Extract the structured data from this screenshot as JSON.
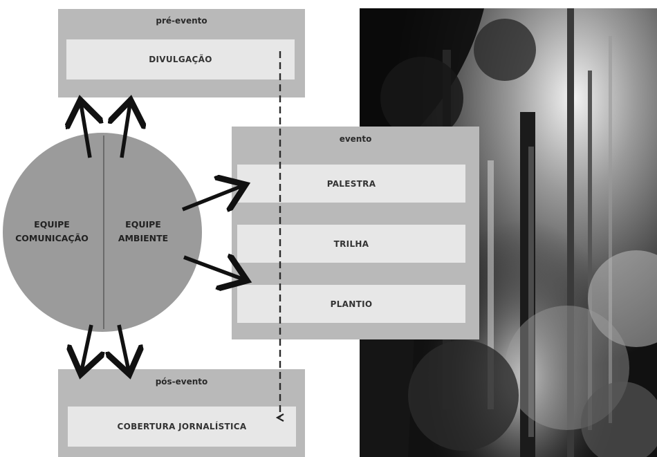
{
  "pre_event": {
    "title": "pré-evento",
    "box": "DIVULGAÇÃO"
  },
  "event": {
    "title": "evento",
    "boxes": [
      "PALESTRA",
      "TRILHA",
      "PLANTIO"
    ]
  },
  "post_event": {
    "title": "pós-evento",
    "box": "COBERTURA JORNALÍSTICA"
  },
  "circle": {
    "left_line1": "EQUIPE",
    "left_line2": "COMUNICAÇÃO",
    "right_line1": "EQUIPE",
    "right_line2": "AMBIENTE"
  }
}
